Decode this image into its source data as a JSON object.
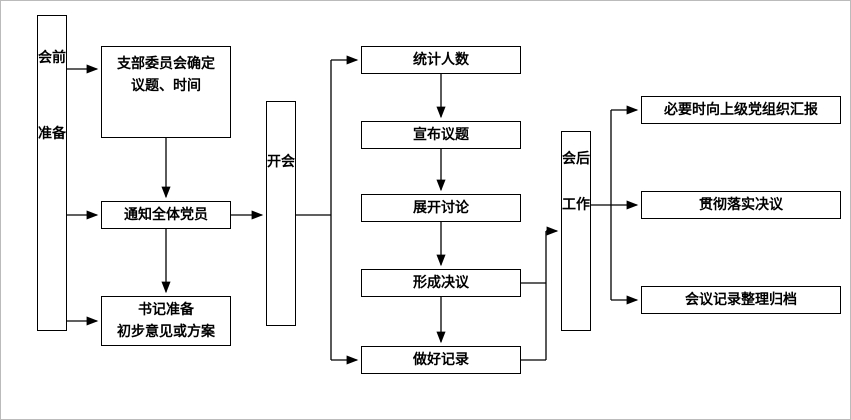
{
  "colors": {
    "border": "#000000",
    "background": "#ffffff",
    "text": "#000000",
    "line": "#000000"
  },
  "flow": {
    "pre_stage": "会前准备",
    "meeting_stage": "开会",
    "post_stage": "会后工作",
    "pre_steps": {
      "committee_line1": "支部委员会确定",
      "committee_line2": "议题、时间",
      "notify": "通知全体党员",
      "secretary_line1": "书记准备",
      "secretary_line2": "初步意见或方案"
    },
    "meeting_steps": [
      "统计人数",
      "宣布议题",
      "展开讨论",
      "形成决议",
      "做好记录"
    ],
    "post_steps": [
      "必要时向上级党组织汇报",
      "贯彻落实决议",
      "会议记录整理归档"
    ]
  }
}
